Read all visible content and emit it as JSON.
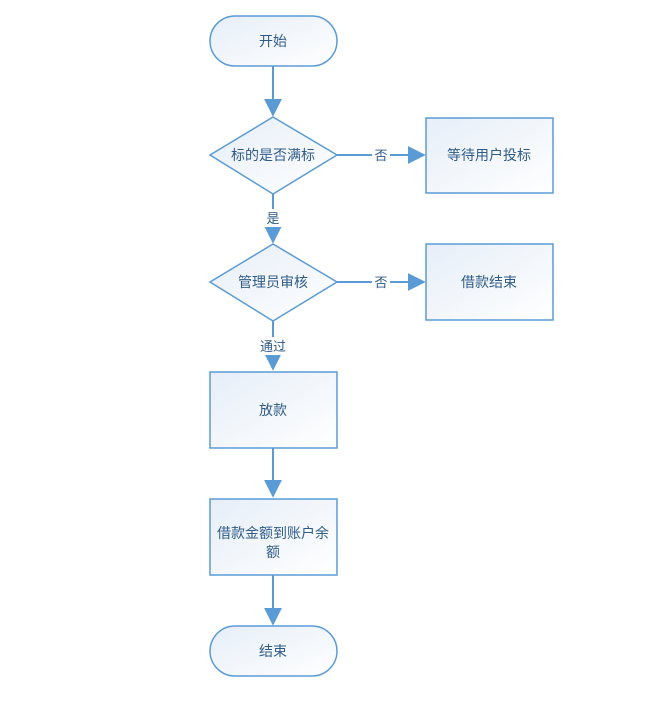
{
  "colors": {
    "stroke": "#5b9bd5",
    "fill_light": "#ffffff",
    "fill_tint": "#e6eef8",
    "text": "#2f5b8a"
  },
  "nodes": {
    "start": "开始",
    "decision1": "标的是否满标",
    "wait": "等待用户投标",
    "decision2": "管理员审核",
    "loan_end": "借款结束",
    "disburse": "放款",
    "transfer_line1": "借款金额到账户余",
    "transfer_line2": "额",
    "end": "结束"
  },
  "edges": {
    "d1_no": "否",
    "d1_yes": "是",
    "d2_no": "否",
    "d2_pass": "通过"
  }
}
